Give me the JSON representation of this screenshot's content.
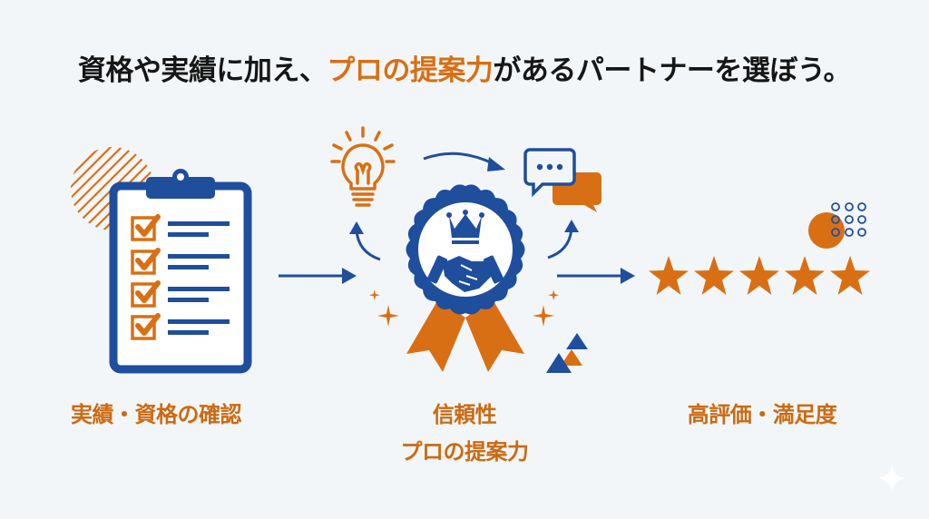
{
  "headline": {
    "before": "資格や実績に加え、",
    "highlight": "プロの提案力",
    "after": "があるパートナーを選ぼう。"
  },
  "steps": [
    {
      "label": "実績・資格の確認",
      "icon": "clipboard-checklist-icon"
    },
    {
      "label_line1": "信頼性",
      "label_line2": "プロの提案力",
      "icon": "award-badge-handshake-icon"
    },
    {
      "label": "高評価・満足度",
      "icon": "five-stars-icon"
    }
  ],
  "decorations": [
    "lightbulb-icon",
    "chat-bubbles-icon",
    "crown-icon",
    "sparkle-icon",
    "triangles",
    "dot-grid",
    "hatched-circle"
  ],
  "rating": {
    "stars": 5
  },
  "colors": {
    "primary": "#1f4e9c",
    "accent": "#d96f14",
    "background": "#f3f6f9",
    "text": "#161616"
  }
}
